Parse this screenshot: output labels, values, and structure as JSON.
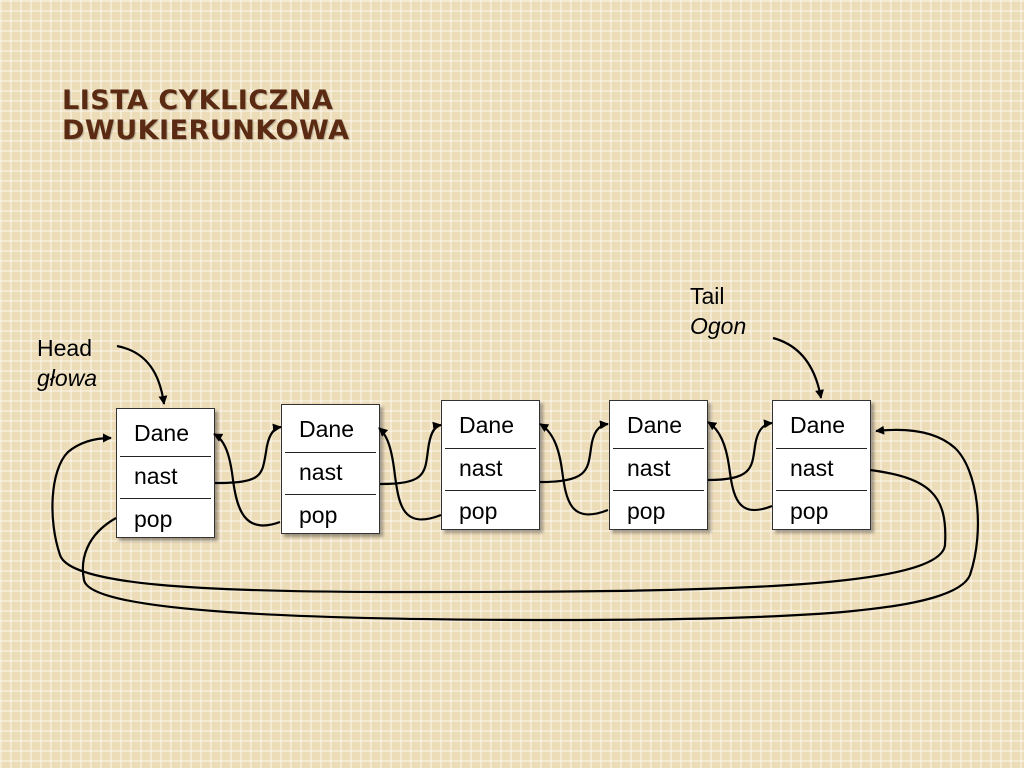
{
  "title": {
    "line1": "LISTA CYKLICZNA",
    "line2": "DWUKIERUNKOWA",
    "color": "#5a2a12"
  },
  "head_label": {
    "english": "Head",
    "polish": "głowa"
  },
  "tail_label": {
    "english": "Tail",
    "polish": "Ogon"
  },
  "nodes": [
    {
      "data": "Dane",
      "next": "nast",
      "prev": "pop"
    },
    {
      "data": "Dane",
      "next": "nast",
      "prev": "pop"
    },
    {
      "data": "Dane",
      "next": "nast",
      "prev": "pop"
    },
    {
      "data": "Dane",
      "next": "nast",
      "prev": "pop"
    },
    {
      "data": "Dane",
      "next": "nast",
      "prev": "pop"
    }
  ],
  "colors": {
    "background": "#eddcb8",
    "node_fill": "#ffffff",
    "line": "#000000"
  }
}
